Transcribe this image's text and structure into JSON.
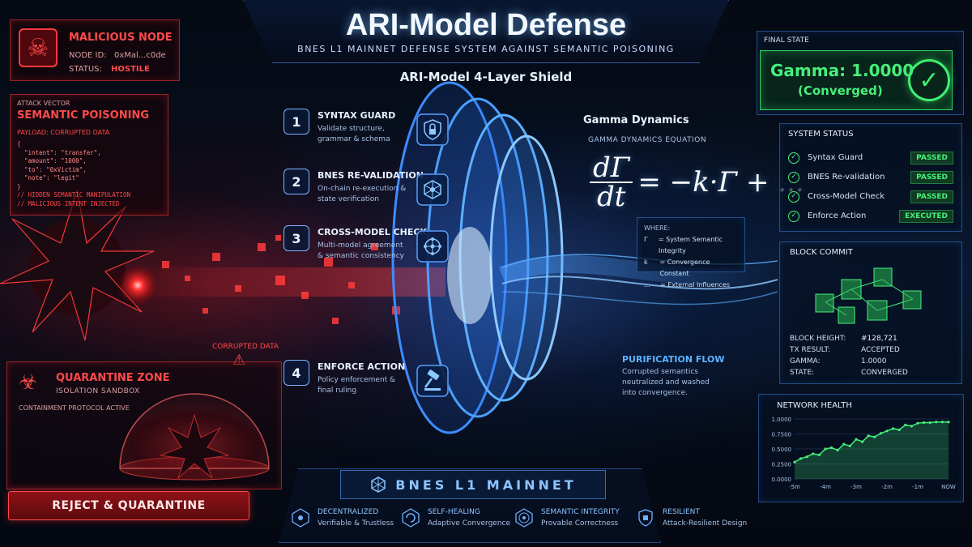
{
  "header": {
    "title": "ARI-Model Defense",
    "subtitle": "BNES L1 MAINNET DEFENSE SYSTEM AGAINST SEMANTIC POISONING",
    "shield_title": "ARI-Model 4-Layer Shield"
  },
  "malicious_node": {
    "title": "MALICIOUS NODE",
    "node_id_label": "NODE ID:",
    "node_id": "0xMal...c0de",
    "status_label": "STATUS:",
    "status": "HOSTILE",
    "icon": "skull-icon"
  },
  "attack_vector": {
    "label": "ATTACK VECTOR",
    "title": "SEMANTIC POISONING",
    "payload_label": "PAYLOAD: CORRUPTED DATA",
    "code_lines": [
      "{",
      "  \"intent\": \"transfer\",",
      "  \"amount\": \"1000\",",
      "  \"to\": \"0xVictim\",",
      "  \"note\": \"legit\"",
      "}",
      "// HIDDEN SEMANTIC MANIPULATION",
      "// MALICIOUS INTENT INJECTED"
    ]
  },
  "corrupted_data": {
    "label": "CORRUPTED DATA",
    "icon": "warning-icon"
  },
  "quarantine": {
    "title": "QUARANTINE ZONE",
    "subtitle": "ISOLATION SANDBOX",
    "note": "CONTAINMENT PROTOCOL ACTIVE",
    "icon": "biohazard-icon",
    "button_label": "REJECT & QUARANTINE"
  },
  "layers": [
    {
      "num": "1",
      "title": "SYNTAX GUARD",
      "desc": "Validate structure, grammar & schema",
      "icon": "lock-shield-icon"
    },
    {
      "num": "2",
      "title": "BNES RE-VALIDATION",
      "desc": "On-chain re-execution & state verification",
      "icon": "network-cube-icon"
    },
    {
      "num": "3",
      "title": "CROSS-MODEL CHECK",
      "desc": "Multi-model agreement & semantic consistency",
      "icon": "neural-net-icon"
    },
    {
      "num": "4",
      "title": "ENFORCE ACTION",
      "desc": "Policy enforcement & final ruling",
      "icon": "gavel-icon"
    }
  ],
  "gamma": {
    "title": "Gamma Dynamics",
    "equation_label": "GAMMA DYNAMICS EQUATION",
    "eq_num": "dΓ",
    "eq_den": "dt",
    "eq_rhs": "= −k·Γ + ...",
    "where_label": "WHERE:",
    "where": [
      {
        "sym": "Γ",
        "desc": "= System Semantic Integrity"
      },
      {
        "sym": "k",
        "desc": "= Convergence Constant"
      },
      {
        "sym": "...",
        "desc": "= External Influences"
      }
    ]
  },
  "purification": {
    "title": "PURIFICATION FLOW",
    "desc": "Corrupted semantics neutralized and washed into convergence."
  },
  "final_state": {
    "label": "FINAL STATE",
    "value": "Gamma: 1.0000",
    "sub": "(Converged)",
    "icon": "check-circle-icon"
  },
  "system_status": {
    "title": "SYSTEM STATUS",
    "rows": [
      {
        "label": "Syntax Guard",
        "status": "PASSED"
      },
      {
        "label": "BNES Re-validation",
        "status": "PASSED"
      },
      {
        "label": "Cross-Model Check",
        "status": "PASSED"
      },
      {
        "label": "Enforce Action",
        "status": "EXECUTED"
      }
    ]
  },
  "block_commit": {
    "title": "BLOCK COMMIT",
    "icon": "blockchain-cubes-icon",
    "rows": [
      {
        "k": "BLOCK HEIGHT:",
        "v": "#128,721"
      },
      {
        "k": "TX RESULT:",
        "v": "ACCEPTED"
      },
      {
        "k": "GAMMA:",
        "v": "1.0000"
      },
      {
        "k": "STATE:",
        "v": "CONVERGED"
      }
    ]
  },
  "network_health": {
    "title": "NETWORK HEALTH"
  },
  "chart_data": {
    "type": "area",
    "title": "NETWORK HEALTH",
    "x_ticks": [
      "-5m",
      "-4m",
      "-3m",
      "-2m",
      "-1m",
      "NOW"
    ],
    "y_ticks": [
      "1.0000",
      "0.7500",
      "0.5000",
      "0.2500",
      "0.0000"
    ],
    "ylim": [
      0,
      1
    ],
    "xlim": [
      -5,
      0
    ],
    "x": [
      -5.0,
      -4.8,
      -4.6,
      -4.4,
      -4.2,
      -4.0,
      -3.8,
      -3.6,
      -3.4,
      -3.2,
      -3.0,
      -2.8,
      -2.6,
      -2.4,
      -2.2,
      -2.0,
      -1.8,
      -1.6,
      -1.4,
      -1.2,
      -1.0,
      -0.8,
      -0.6,
      -0.4,
      -0.2,
      0.0
    ],
    "values": [
      0.28,
      0.34,
      0.37,
      0.42,
      0.4,
      0.5,
      0.52,
      0.48,
      0.58,
      0.55,
      0.66,
      0.62,
      0.72,
      0.7,
      0.76,
      0.8,
      0.84,
      0.82,
      0.9,
      0.88,
      0.93,
      0.94,
      0.94,
      0.95,
      0.95,
      0.95
    ],
    "color": "#45f07a"
  },
  "mainnet": {
    "title": "BNES L1 MAINNET",
    "icon": "cube-network-icon",
    "features": [
      {
        "title": "DECENTRALIZED",
        "desc": "Verifiable & Trustless",
        "icon": "decentralized-icon"
      },
      {
        "title": "SELF-HEALING",
        "desc": "Adaptive Convergence",
        "icon": "self-healing-icon"
      },
      {
        "title": "SEMANTIC INTEGRITY",
        "desc": "Provable Correctness",
        "icon": "integrity-icon"
      },
      {
        "title": "RESILIENT",
        "desc": "Attack-Resilient Design",
        "icon": "resilient-icon"
      }
    ]
  },
  "colors": {
    "threat": "#ff4a4a",
    "shield": "#3d8cff",
    "ok": "#45f07a",
    "background": "#050a14"
  }
}
